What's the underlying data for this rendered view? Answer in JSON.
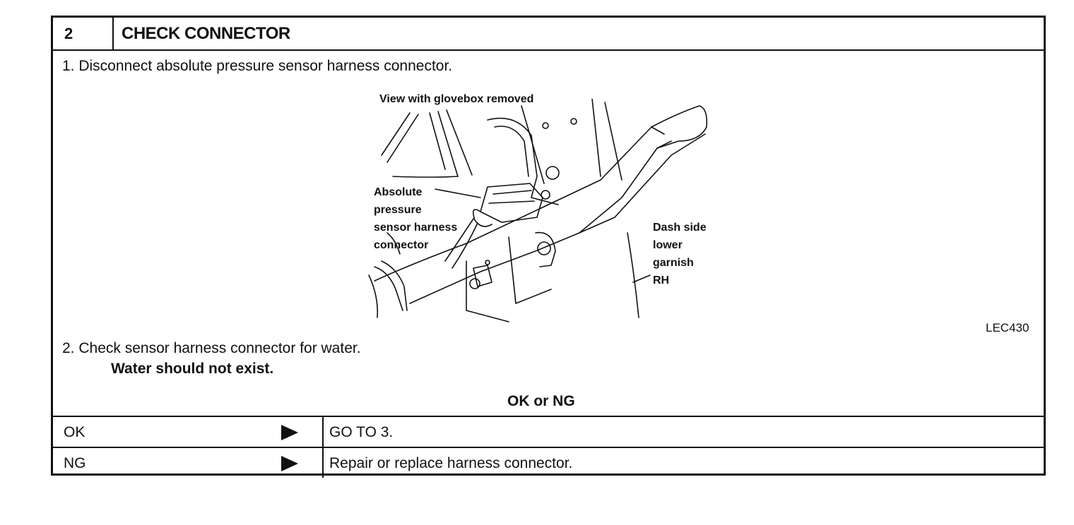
{
  "step": {
    "number": "2",
    "title": "CHECK CONNECTOR"
  },
  "instructions": {
    "step1": "1.  Disconnect absolute pressure sensor harness connector.",
    "step2": "2.  Check sensor harness connector for water.",
    "expected": "Water should not exist."
  },
  "figure": {
    "caption": "View with glovebox removed",
    "callout_left": [
      "Absolute",
      "pressure",
      "sensor harness",
      "connector"
    ],
    "callout_right": [
      "Dash side",
      "lower",
      "garnish",
      "RH"
    ],
    "code": "LEC430"
  },
  "decision": {
    "prompt": "OK or NG",
    "rows": [
      {
        "result": "OK",
        "action": "GO TO 3."
      },
      {
        "result": "NG",
        "action": "Repair or replace harness connector."
      }
    ]
  }
}
